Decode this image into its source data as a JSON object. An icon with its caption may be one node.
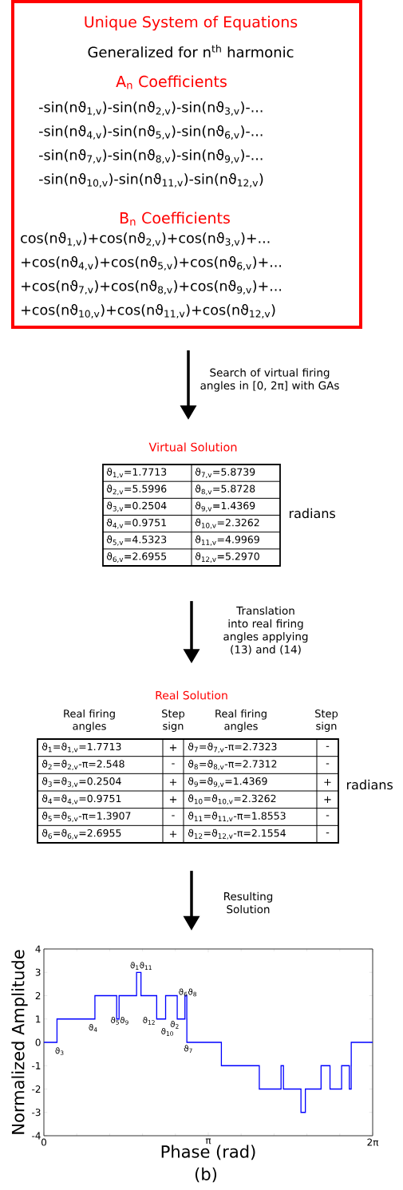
{
  "diagram": {
    "caption": "(b)",
    "nodes": [
      {
        "text": [
          "Unique System of Equations",
          "Generalized for n$^{th}$ harmonic",
          "A$_{n}$ Coefficients",
          "-sin(nϑ$_{1,v}$)-sin(nϑ$_{2,v}$)-sin(nϑ$_{3,v}$)-...",
          "-sin(nϑ$_{4,v}$)-sin(nϑ$_{5,v}$)-sin(nϑ$_{6,v}$)-...",
          "-sin(nϑ$_{7,v}$)-sin(nϑ$_{8,v}$)-sin(nϑ$_{9,v}$)-...",
          "-sin(nϑ$_{10,v}$)-sin(nϑ$_{11,v}$)-sin(nϑ$_{12,v}$)",
          "B$_{n}$ Coefficients",
          "cos(nϑ$_{1,v}$)+cos(nϑ$_{2,v}$)+cos(nϑ$_{3,v}$)+...",
          "+cos(nϑ$_{4,v}$)+cos(nϑ$_{5,v}$)+cos(nϑ$_{6,v}$)+...",
          "+cos(nϑ$_{7,v}$)+cos(nϑ$_{8,v}$)+cos(nϑ$_{9,v}$)+...",
          "+cos(nϑ$_{10,v}$)+cos(nϑ$_{11,v}$)+cos(nϑ$_{12,v}$)"
        ]
      },
      {
        "text": [
          "Virtual Solution"
        ],
        "beside": [
          "radians"
        ]
      },
      {
        "text": [
          "Real Solution"
        ],
        "beside": [
          "radians"
        ]
      },
      {
        "text": [],
        "shape": "picture"
      }
    ],
    "edges": [
      {
        "from": 0,
        "to": 1,
        "arrow": "to",
        "label": "Search of virtual firing angles in [0, 2π] with GAs"
      },
      {
        "from": 1,
        "to": 2,
        "arrow": "to",
        "label": "Translation into real firing angles applying (13) and (14)"
      },
      {
        "from": 2,
        "to": 3,
        "arrow": "to",
        "label": "Resulting Solution"
      }
    ],
    "labels": [
      "ϑ$_{1,v}$=1.7713",
      "ϑ$_{7,v}$=5.8739",
      "ϑ$_{2,v}$=5.5996",
      "ϑ$_{8,v}$=5.8728",
      "ϑ$_{3,v}$=0.2504",
      "ϑ$_{9,v}$=1.4369",
      "ϑ$_{4,v}$=0.9751",
      "ϑ$_{10,v}$=2.3262",
      "ϑ$_{5,v}$=4.5323",
      "ϑ$_{11,v}$=4.9969",
      "ϑ$_{6,v}$=2.6955",
      "ϑ$_{12,v}$=5.2970",
      "Real firing angles",
      "Step sign",
      "Real firing angles",
      "Step sign",
      "ϑ$_{1}$=ϑ$_{1,v}$=1.7713",
      "+",
      "ϑ$_{7}$=ϑ$_{7,v}$-π=2.7323",
      "-",
      "ϑ$_{2}$=ϑ$_{2,v}$-π=2.548",
      "-",
      "ϑ$_{8}$=ϑ$_{8,v}$-π=2.7312",
      "-",
      "ϑ$_{3}$=ϑ$_{3,v}$=0.2504",
      "+",
      "ϑ$_{9}$=ϑ$_{9,v}$=1.4369",
      "+",
      "ϑ$_{4}$=ϑ$_{4,v}$=0.9751",
      "+",
      "ϑ$_{10}$=ϑ$_{10,v}$=2.3262",
      "+",
      "ϑ$_{5}$=ϑ$_{5,v}$-π=1.3907",
      "-",
      "ϑ$_{11}$=ϑ$_{11,v}$-π=1.8553",
      "-",
      "ϑ$_{6}$=ϑ$_{6,v}$=2.6955",
      "+",
      "ϑ$_{12}$=ϑ$_{12,v}$-π=2.1554",
      "-"
    ],
    "chart_data": {
      "type": "line",
      "xlabel": "Phase (rad)",
      "ylabel": "Normalized Amplitude",
      "x": [
        0,
        0.2504,
        0.2504,
        0.9751,
        0.9751,
        1.3907,
        1.3907,
        1.4369,
        1.4369,
        1.7713,
        1.7713,
        1.8553,
        1.8553,
        2.1554,
        2.1554,
        2.3262,
        2.3262,
        2.548,
        2.548,
        2.6955,
        2.6955,
        2.7312,
        2.7312,
        2.7323,
        2.7323,
        3.392,
        3.392,
        4.1167,
        4.1167,
        4.5323,
        4.5323,
        4.5785,
        4.5785,
        4.9129,
        4.9129,
        4.9969,
        4.9969,
        5.297,
        5.297,
        5.4678,
        5.4678,
        5.6896,
        5.6896,
        5.8371,
        5.8371,
        5.8728,
        5.8728,
        5.8739,
        5.8739,
        6.2832
      ],
      "series": [
        {
          "color": "#0000ff",
          "values": [
            0,
            0,
            1,
            1,
            2,
            2,
            1,
            1,
            2,
            2,
            3,
            3,
            2,
            2,
            1,
            1,
            2,
            2,
            1,
            1,
            2,
            2,
            1,
            1,
            0,
            0,
            -1,
            -1,
            -2,
            -2,
            -1,
            -1,
            -2,
            -2,
            -3,
            -3,
            -2,
            -2,
            -1,
            -1,
            -2,
            -2,
            -1,
            -1,
            -2,
            -2,
            -1,
            -1,
            0,
            0
          ]
        }
      ],
      "xlim": [
        0,
        6.2832
      ],
      "ylim": [
        -4,
        4
      ],
      "xticks": [
        {
          "value": 0,
          "label": "0"
        },
        {
          "value": 3.1416,
          "label": "π"
        },
        {
          "value": 6.2832,
          "label": "2π"
        }
      ],
      "yticks": [
        -4,
        -3,
        -2,
        -1,
        0,
        1,
        2,
        3,
        4
      ],
      "annotations": [
        "ϑ$_{3}$",
        "ϑ$_{4}$",
        "ϑ$_{5}$ϑ$_{9}$",
        "ϑ$_{1}$ϑ$_{11}$",
        "ϑ$_{12}$",
        "ϑ$_{2}$",
        "ϑ$_{10}$",
        "ϑ$_{6}$ϑ$_{8}$",
        "ϑ$_{7}$"
      ]
    }
  }
}
